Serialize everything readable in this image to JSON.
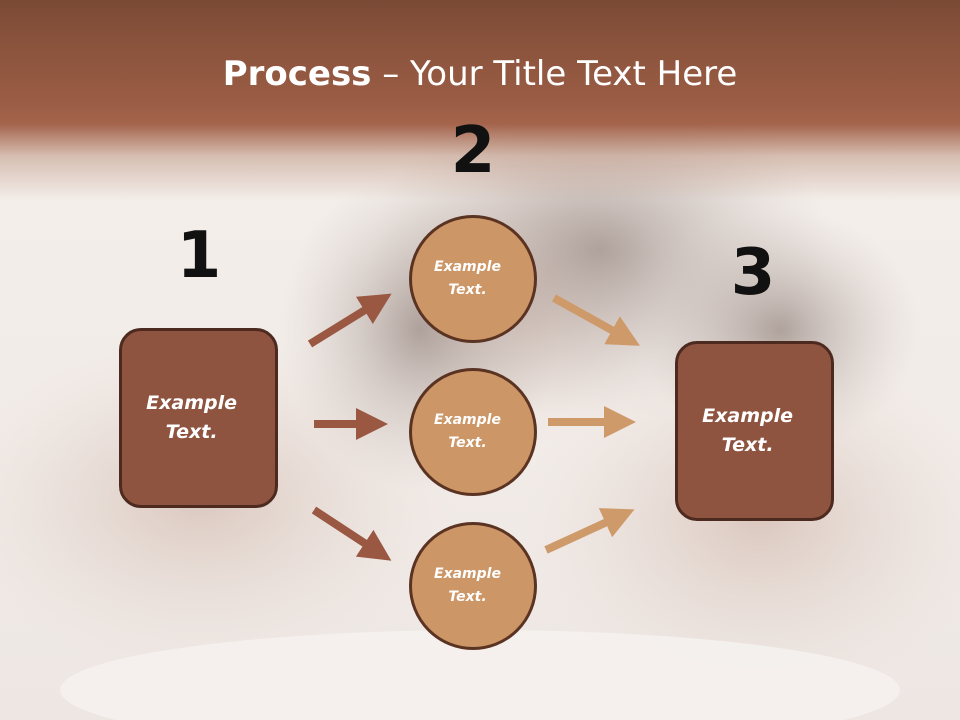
{
  "title": {
    "bold": "Process",
    "rest": " – Your Title Text Here"
  },
  "steps": [
    "1",
    "2",
    "3"
  ],
  "box_left": {
    "line1": "Example",
    "line2": "Text."
  },
  "box_right": {
    "line1": "Example",
    "line2": "Text."
  },
  "circles": [
    {
      "line1": "Example",
      "line2": "Text."
    },
    {
      "line1": "Example",
      "line2": "Text."
    },
    {
      "line1": "Example",
      "line2": "Text."
    }
  ],
  "colors": {
    "header": "#8c543d",
    "box_fill": "#8e5440",
    "box_border": "#4d2a1f",
    "circle_fill": "#cc9666",
    "circle_border": "#5b3322",
    "arrow_dark": "#9a5843",
    "arrow_light": "#cf9a6a"
  }
}
